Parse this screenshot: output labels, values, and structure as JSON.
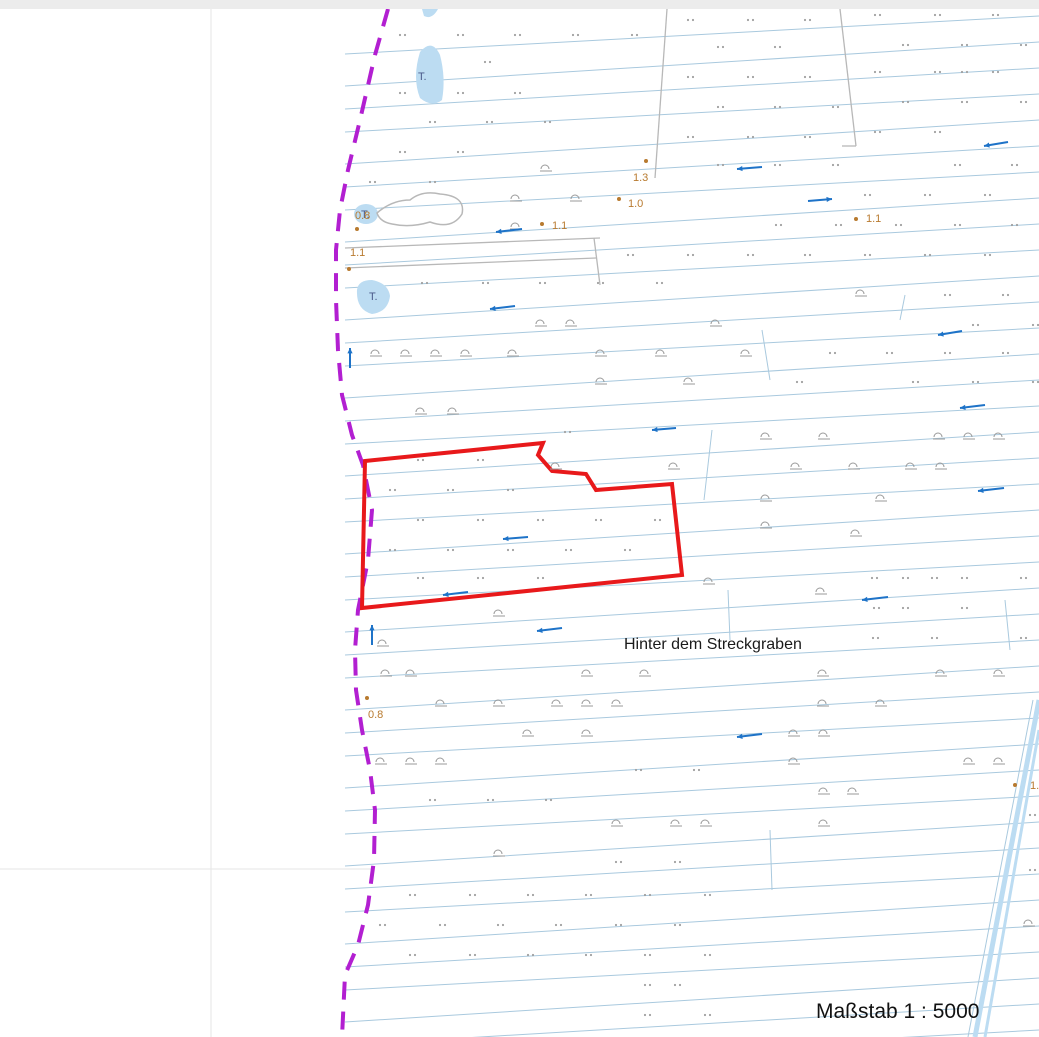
{
  "map": {
    "place_label": "Hinter dem Streckgraben",
    "scale_label": "Maßstab 1 : 5000",
    "water_label": "T.",
    "depth_values": [
      "1.3",
      "1.0",
      "0.8",
      "1.1",
      "1.1",
      "1.1",
      "0.8",
      "1."
    ],
    "colors": {
      "parcel_boundary": "#e8191b",
      "district_boundary": "#b21fd1",
      "drainage_arrows": "#1e73c8",
      "parcel_lines": "#9fc3dc",
      "water": "#bcdcf2",
      "depth_points": "#b87a2f"
    },
    "icons": [
      "drainage-arrow-icon",
      "grassland-symbol-icon",
      "pasture-dot-icon",
      "pond-icon",
      "depth-point-icon"
    ]
  }
}
